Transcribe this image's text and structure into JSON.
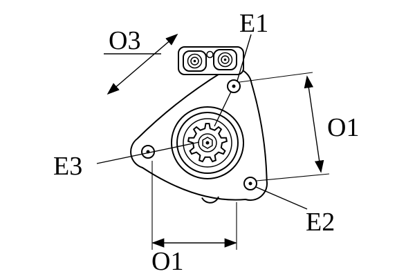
{
  "diagram": {
    "title": "starter-motor-end-view-dimension-drawing",
    "labels": {
      "e1": "E1",
      "e2": "E2",
      "e3": "E3",
      "o3": "O3",
      "o1_right": "O1",
      "o1_bottom": "O1"
    },
    "colors": {
      "line": "#000000",
      "background": "#ffffff"
    }
  }
}
